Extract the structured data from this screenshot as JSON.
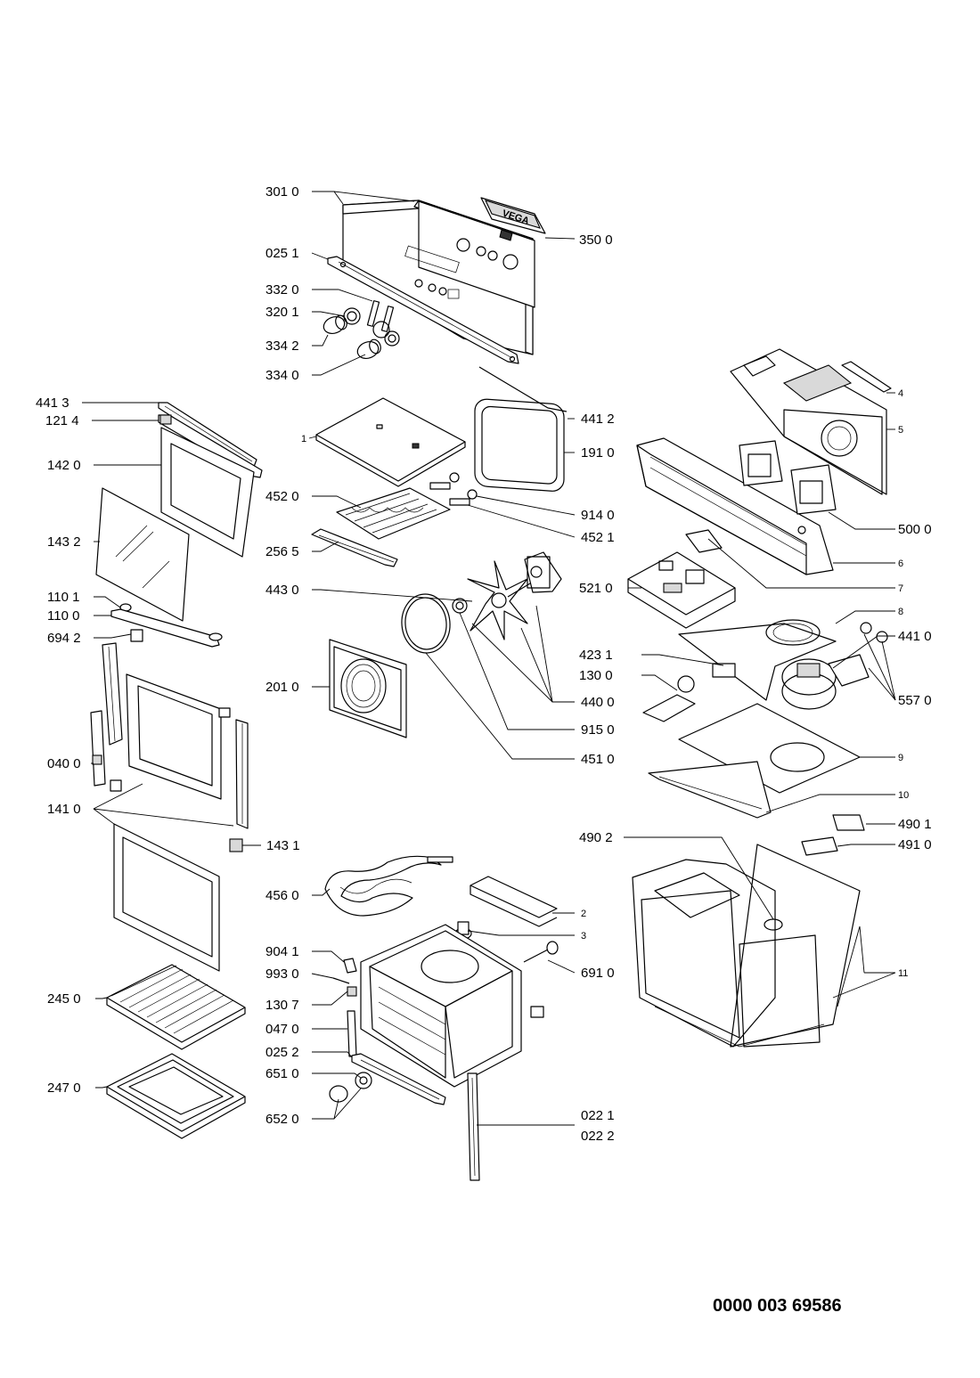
{
  "part_labels": {
    "p3010": "301 0",
    "p3500": "350 0",
    "p0251": "025 1",
    "p3320": "332 0",
    "p3201": "320 1",
    "p3342": "334 2",
    "p3340": "334 0",
    "p4413": "441 3",
    "p1214": "121 4",
    "p1420": "142 0",
    "p1432": "143 2",
    "p1101": "110 1",
    "p1100": "110 0",
    "p6942": "694 2",
    "p0400": "040 0",
    "p1410": "141 0",
    "p1431": "143 1",
    "p1": "1",
    "p4412": "441 2",
    "p1910": "191 0",
    "p4520": "452 0",
    "p9140": "914 0",
    "p4521": "452 1",
    "p2565": "256 5",
    "p4430": "443 0",
    "p4400": "440 0",
    "p2010": "201 0",
    "p9150": "915 0",
    "p4510": "451 0",
    "p4": "4",
    "p5": "5",
    "p5000": "500 0",
    "p6": "6",
    "p5210": "521 0",
    "p7": "7",
    "p8": "8",
    "p4410": "441 0",
    "p4231": "423 1",
    "p1300": "130 0",
    "p5570": "557 0",
    "p9": "9",
    "p10": "10",
    "p4901": "490 1",
    "p4902": "490 2",
    "p4910": "491 0",
    "p4560": "456 0",
    "p2": "2",
    "p3": "3",
    "p9041": "904 1",
    "p9930": "993 0",
    "p1307": "130 7",
    "p0470": "047 0",
    "p0252": "025 2",
    "p6510": "651 0",
    "p6520": "652 0",
    "p6910": "691 0",
    "p11": "11",
    "p2450": "245 0",
    "p2470": "247 0",
    "p0221": "022 1",
    "p0222": "022 2"
  },
  "brand_plate_text": "VEGA",
  "document_number": "0000 003 69586"
}
